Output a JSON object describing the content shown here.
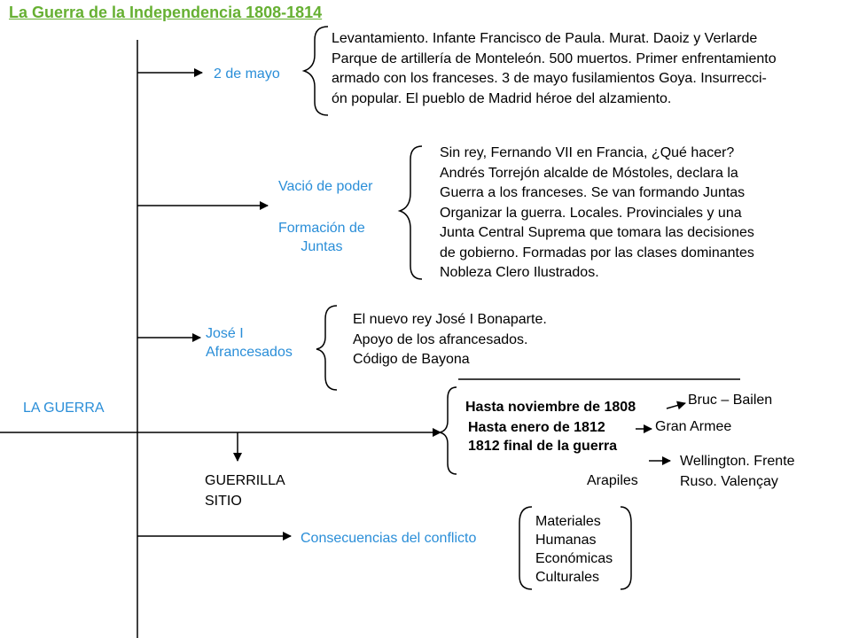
{
  "title": "La Guerra de la Independencia 1808-1814",
  "main_label": "LA GUERRA",
  "branches": {
    "dos_mayo": {
      "label": "2 de mayo",
      "lines": [
        "Levantamiento. Infante Francisco de Paula. Murat. Daoiz y Verlarde",
        "Parque de artillería de Monteleón. 500 muertos. Primer enfrentamiento",
        "armado con los franceses. 3 de mayo fusilamientos Goya. Insurrecci-",
        "ón popular. El pueblo de Madrid héroe del alzamiento."
      ]
    },
    "vacio": {
      "label": "Vació de poder",
      "label2": [
        "Formación de",
        "Juntas"
      ],
      "lines": [
        "Sin rey, Fernando VII en Francia, ¿Qué hacer?",
        "Andrés Torrejón alcalde de Móstoles, declara la",
        "Guerra a los franceses. Se van formando Juntas",
        "Organizar la guerra. Locales. Provinciales y una",
        "Junta Central Suprema que tomara las decisiones",
        "de gobierno. Formadas por las clases dominantes",
        "Nobleza Clero Ilustrados."
      ]
    },
    "jose": {
      "label": [
        "José I",
        "Afrancesados"
      ],
      "lines": [
        "El nuevo rey José I Bonaparte.",
        "Apoyo de los afrancesados.",
        "Código de Bayona"
      ]
    },
    "guerra": {
      "phases": [
        "Hasta noviembre de 1808",
        "Hasta enero de 1812",
        "1812 final de la guerra"
      ],
      "results": {
        "bruc": "Bruc – Bailen",
        "gran": "Gran Armee",
        "wellington": [
          "Wellington. Frente",
          "Ruso. Valençay"
        ],
        "arapiles": "Arapiles"
      }
    },
    "guerrilla": {
      "lines": [
        "GUERRILLA",
        "SITIO"
      ]
    },
    "consecuencias": {
      "label": "Consecuencias del conflicto",
      "items": [
        "Materiales",
        "Humanas",
        "Económicas",
        "Culturales"
      ]
    }
  },
  "colors": {
    "title": "#66b032",
    "label": "#2a8ed8",
    "line": "#000000"
  }
}
